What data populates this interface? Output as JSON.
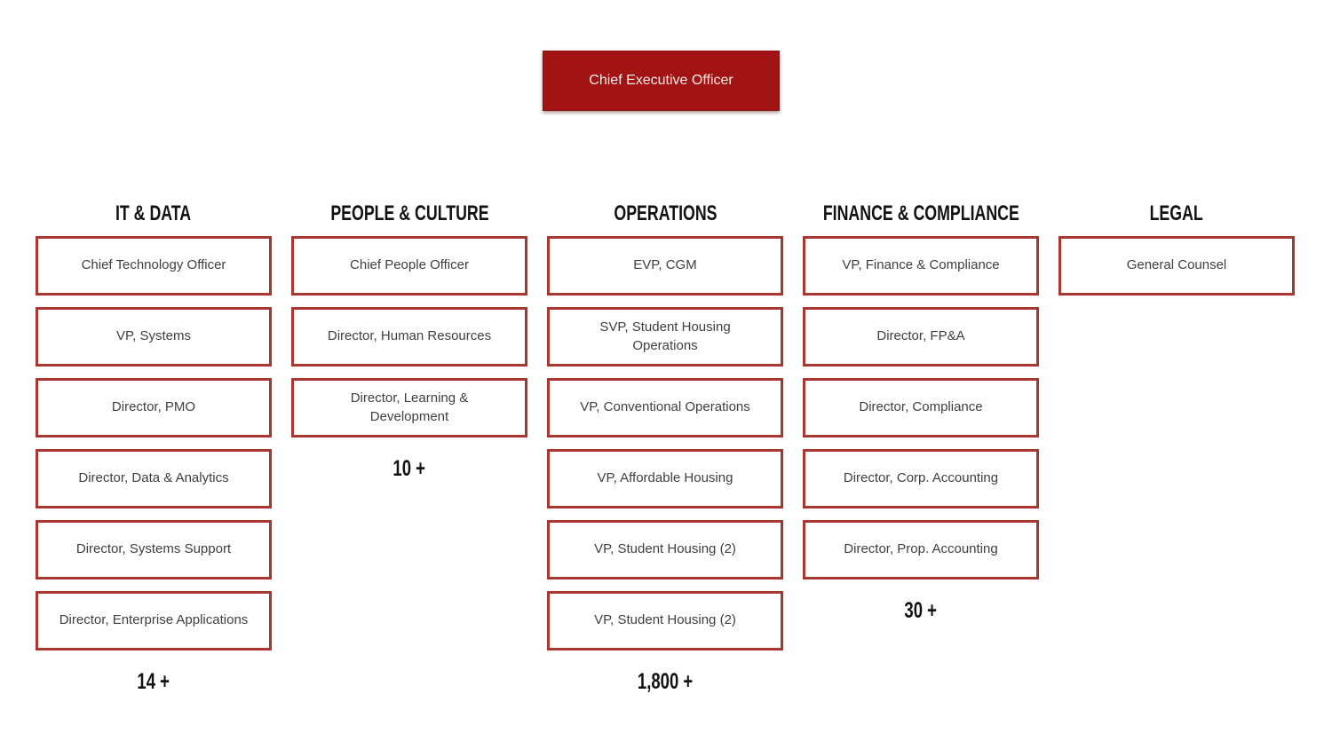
{
  "ceo": {
    "label": "Chief Executive Officer"
  },
  "colors": {
    "ceo_fill": "#A21313",
    "ceo_border": "#8A1111",
    "ceo_text": "#F7EFEC",
    "box_border": "#A93832",
    "box_text": "#3F3F3F",
    "heading_text": "#121212",
    "background": "#FFFFFF"
  },
  "columns": [
    {
      "header": "IT & DATA",
      "boxes": [
        "Chief Technology Officer",
        "VP, Systems",
        "Director, PMO",
        "Director, Data & Analytics",
        "Director, Systems Support",
        "Director, Enterprise Applications"
      ],
      "count": "14 +"
    },
    {
      "header": "PEOPLE & CULTURE",
      "boxes": [
        "Chief People Officer",
        "Director, Human Resources",
        "Director, Learning & Development"
      ],
      "count": "10 +"
    },
    {
      "header": "OPERATIONS",
      "boxes": [
        "EVP, CGM",
        "SVP, Student Housing Operations",
        "VP, Conventional Operations",
        "VP, Affordable Housing",
        "VP, Student Housing (2)",
        "VP, Student Housing (2)"
      ],
      "count": "1,800 +"
    },
    {
      "header": "FINANCE & COMPLIANCE",
      "boxes": [
        "VP, Finance & Compliance",
        "Director, FP&A",
        "Director, Compliance",
        "Director, Corp. Accounting",
        "Director, Prop. Accounting"
      ],
      "count": "30 +"
    },
    {
      "header": "LEGAL",
      "boxes": [
        "General Counsel"
      ],
      "count": ""
    }
  ]
}
